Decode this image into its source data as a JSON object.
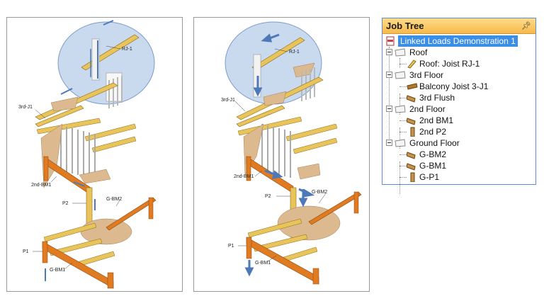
{
  "left_diagram": {
    "labels": {
      "rj1": "RJ-1",
      "j1": "3rd-J1",
      "bm1_2nd": "2nd-BM1",
      "p2": "P2",
      "gbm2": "G-BM2",
      "p1": "P1",
      "gbm1": "G-BM1"
    }
  },
  "right_diagram": {
    "labels": {
      "rj1": "RJ-1",
      "j1": "3rd-J1",
      "bm1_2nd": "2nd-BM1",
      "p2": "P2",
      "gbm2": "G-BM2",
      "p1": "P1",
      "gbm1": "G-BM1"
    }
  },
  "job_tree": {
    "title": "Job Tree",
    "pin_icon": "pin-icon",
    "root": "Linked Loads Demonstration 1",
    "nodes": [
      {
        "label": "Roof",
        "children": [
          {
            "label": "Roof: Joist RJ-1",
            "icon": "joist-icon"
          }
        ]
      },
      {
        "label": "3rd Floor",
        "children": [
          {
            "label": "Balcony Joist 3-J1",
            "icon": "beam-icon"
          },
          {
            "label": "3rd Flush",
            "icon": "beam-icon"
          }
        ]
      },
      {
        "label": "2nd Floor",
        "children": [
          {
            "label": "2nd BM1",
            "icon": "beam-icon"
          },
          {
            "label": "2nd P2",
            "icon": "post-icon"
          }
        ]
      },
      {
        "label": "Ground Floor",
        "children": [
          {
            "label": "G-BM2",
            "icon": "beam-icon"
          },
          {
            "label": "G-BM1",
            "icon": "beam-icon"
          },
          {
            "label": "G-P1",
            "icon": "post-icon"
          }
        ]
      }
    ]
  },
  "colors": {
    "highlight_circle": "#c9d9ee",
    "wood_tan": "#e8c45a",
    "beam_orange": "#e07b22",
    "load_patch": "#dcb98f",
    "arrow_blue": "#4d79b8",
    "selection_blue": "#3a8ee6"
  }
}
